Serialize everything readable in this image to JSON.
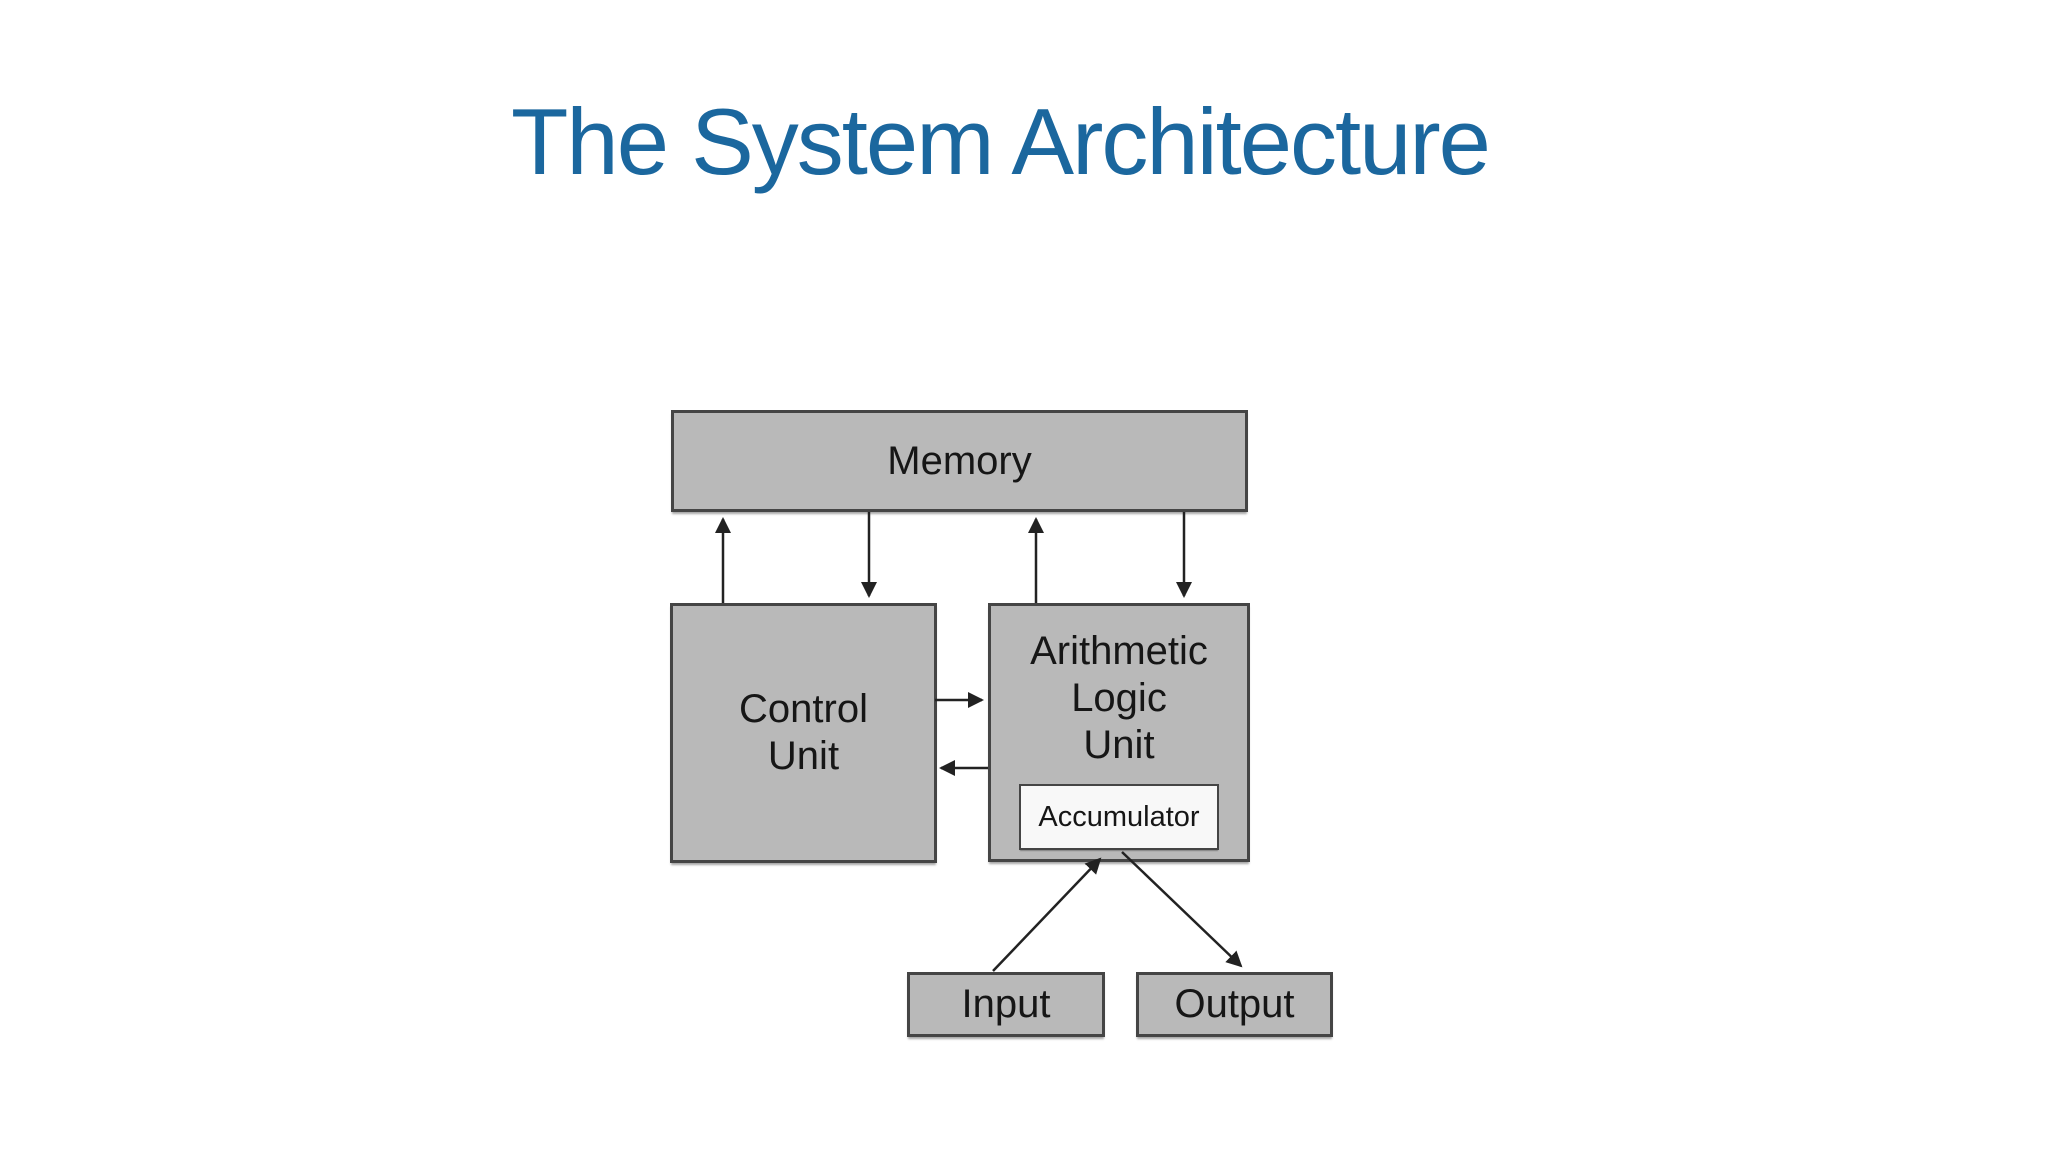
{
  "slide": {
    "title": "The System Architecture"
  },
  "colors": {
    "background": "#ffffff",
    "title-color": "#1b679e",
    "box-fill": "#b9b9b9",
    "box-border": "#454545",
    "box-text": "#161616",
    "accumulator-fill": "#f8f8f8",
    "arrow-color": "#222222"
  },
  "diagram": {
    "nodes": {
      "memory": {
        "label": "Memory"
      },
      "control_unit": {
        "lines": [
          "Control",
          "Unit"
        ]
      },
      "alu": {
        "lines": [
          "Arithmetic",
          "Logic",
          "Unit"
        ]
      },
      "accumulator": {
        "label": "Accumulator"
      },
      "input": {
        "label": "Input"
      },
      "output": {
        "label": "Output"
      }
    },
    "connections": [
      {
        "from": "Control Unit",
        "to": "Memory",
        "direction": "up"
      },
      {
        "from": "Memory",
        "to": "Control Unit",
        "direction": "down"
      },
      {
        "from": "Arithmetic Logic Unit",
        "to": "Memory",
        "direction": "up"
      },
      {
        "from": "Memory",
        "to": "Arithmetic Logic Unit",
        "direction": "down"
      },
      {
        "from": "Control Unit",
        "to": "Arithmetic Logic Unit",
        "direction": "right"
      },
      {
        "from": "Arithmetic Logic Unit",
        "to": "Control Unit",
        "direction": "left"
      },
      {
        "from": "Input",
        "to": "Accumulator",
        "direction": "up-diagonal"
      },
      {
        "from": "Accumulator",
        "to": "Output",
        "direction": "down-diagonal"
      }
    ]
  }
}
